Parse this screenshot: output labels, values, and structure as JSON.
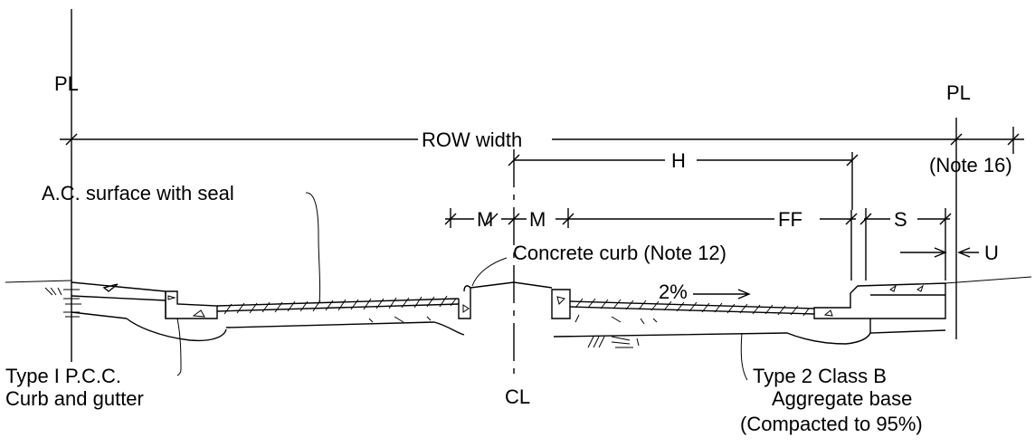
{
  "labels": {
    "pl_left": "PL",
    "pl_right": "PL",
    "row_width": "ROW width",
    "note16": "(Note 16)",
    "h": "H",
    "ac_surface": "A.C. surface with seal",
    "m_left": "M",
    "m_right": "M",
    "ff": "FF",
    "s": "S",
    "u": "U",
    "concrete_curb": "Concrete curb (Note 12)",
    "slope": "2%",
    "type1_line1": "Type I  P.C.C.",
    "type1_line2": "Curb and gutter",
    "cl": "CL",
    "type2_line1": "Type 2  Class B",
    "type2_line2": "Aggregate base",
    "type2_line3": "(Compacted to 95%)"
  }
}
